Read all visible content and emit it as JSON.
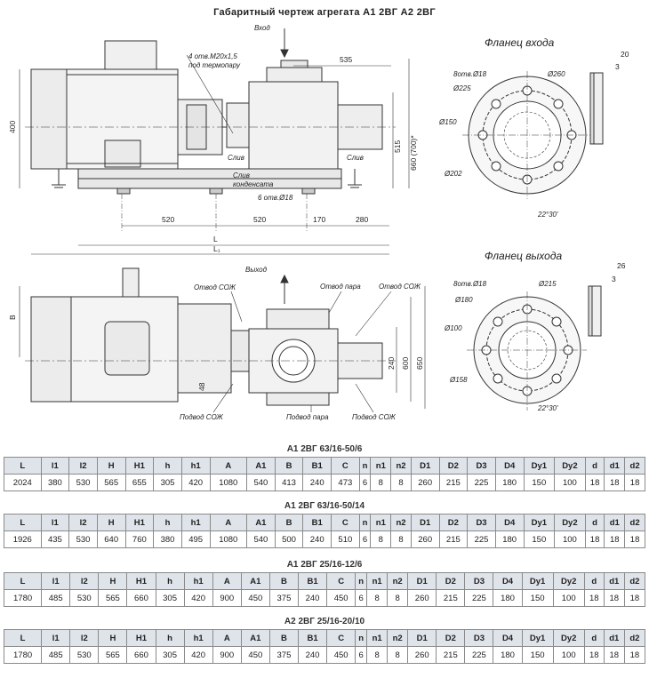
{
  "title": "Габаритный чертеж агрегата  А1 2ВГ А2 2ВГ",
  "top_view": {
    "labels": {
      "inlet": "Вход",
      "thermo": "4 отв.М20х1,5",
      "thermo2": "под термопару",
      "drain1": "Слив",
      "drain2": "Слив",
      "drain3": "Слив",
      "drain3b": "конденсата",
      "holes": "6 отв.Ø18"
    },
    "dims": {
      "d535": "535",
      "d400": "400",
      "d515": "515",
      "d660": "660 (700)*",
      "d520a": "520",
      "d520b": "520",
      "d170": "170",
      "d280": "280",
      "L": "L",
      "L1": "L₁"
    }
  },
  "bottom_view": {
    "labels": {
      "outlet": "Выход",
      "cool_out1": "Отвод СОЖ",
      "steam_out": "Отвод пара",
      "cool_out2": "Отвод СОЖ",
      "cool_in1": "Подвод СОЖ",
      "steam_in": "Подвод пара",
      "cool_in2": "Подвод СОЖ"
    },
    "dims": {
      "B": "B",
      "d240": "240",
      "d600": "600",
      "d650": "650",
      "d48": "48"
    }
  },
  "inlet_flange": {
    "title": "Фланец входа",
    "holes": "8отв.Ø18",
    "d260": "Ø260",
    "d225": "Ø225",
    "d150": "Ø150",
    "d202": "Ø202",
    "angle": "22°30'",
    "t20": "20",
    "t3": "3"
  },
  "outlet_flange": {
    "title": "Фланец выхода",
    "holes": "8отв.Ø18",
    "d215": "Ø215",
    "d180": "Ø180",
    "d100": "Ø100",
    "d158": "Ø158",
    "angle": "22°30'",
    "t26": "26",
    "t3": "3"
  },
  "tables": [
    {
      "title": "А1 2ВГ 63/16-50/6",
      "headers": [
        "L",
        "l1",
        "l2",
        "H",
        "H1",
        "h",
        "h1",
        "A",
        "A1",
        "B",
        "B1",
        "C",
        "n",
        "n1",
        "n2",
        "D1",
        "D2",
        "D3",
        "D4",
        "Dy1",
        "Dy2",
        "d",
        "d1",
        "d2"
      ],
      "row": [
        "2024",
        "380",
        "530",
        "565",
        "655",
        "305",
        "420",
        "1080",
        "540",
        "413",
        "240",
        "473",
        "6",
        "8",
        "8",
        "260",
        "215",
        "225",
        "180",
        "150",
        "100",
        "18",
        "18",
        "18"
      ]
    },
    {
      "title": "А1 2ВГ 63/16-50/14",
      "headers": [
        "L",
        "l1",
        "l2",
        "H",
        "H1",
        "h",
        "h1",
        "A",
        "A1",
        "B",
        "B1",
        "C",
        "n",
        "n1",
        "n2",
        "D1",
        "D2",
        "D3",
        "D4",
        "Dy1",
        "Dy2",
        "d",
        "d1",
        "d2"
      ],
      "row": [
        "1926",
        "435",
        "530",
        "640",
        "760",
        "380",
        "495",
        "1080",
        "540",
        "500",
        "240",
        "510",
        "6",
        "8",
        "8",
        "260",
        "215",
        "225",
        "180",
        "150",
        "100",
        "18",
        "18",
        "18"
      ]
    },
    {
      "title": "А1 2ВГ 25/16-12/6",
      "headers": [
        "L",
        "l1",
        "l2",
        "H",
        "H1",
        "h",
        "h1",
        "A",
        "A1",
        "B",
        "B1",
        "C",
        "n",
        "n1",
        "n2",
        "D1",
        "D2",
        "D3",
        "D4",
        "Dy1",
        "Dy2",
        "d",
        "d1",
        "d2"
      ],
      "row": [
        "1780",
        "485",
        "530",
        "565",
        "660",
        "305",
        "420",
        "900",
        "450",
        "375",
        "240",
        "450",
        "6",
        "8",
        "8",
        "260",
        "215",
        "225",
        "180",
        "150",
        "100",
        "18",
        "18",
        "18"
      ]
    },
    {
      "title": "А2 2ВГ 25/16-20/10",
      "headers": [
        "L",
        "l1",
        "l2",
        "H",
        "H1",
        "h",
        "h1",
        "A",
        "A1",
        "B",
        "B1",
        "C",
        "n",
        "n1",
        "n2",
        "D1",
        "D2",
        "D3",
        "D4",
        "Dy1",
        "Dy2",
        "d",
        "d1",
        "d2"
      ],
      "row": [
        "1780",
        "485",
        "530",
        "565",
        "660",
        "305",
        "420",
        "900",
        "450",
        "375",
        "240",
        "450",
        "6",
        "8",
        "8",
        "260",
        "215",
        "225",
        "180",
        "150",
        "100",
        "18",
        "18",
        "18"
      ]
    }
  ]
}
